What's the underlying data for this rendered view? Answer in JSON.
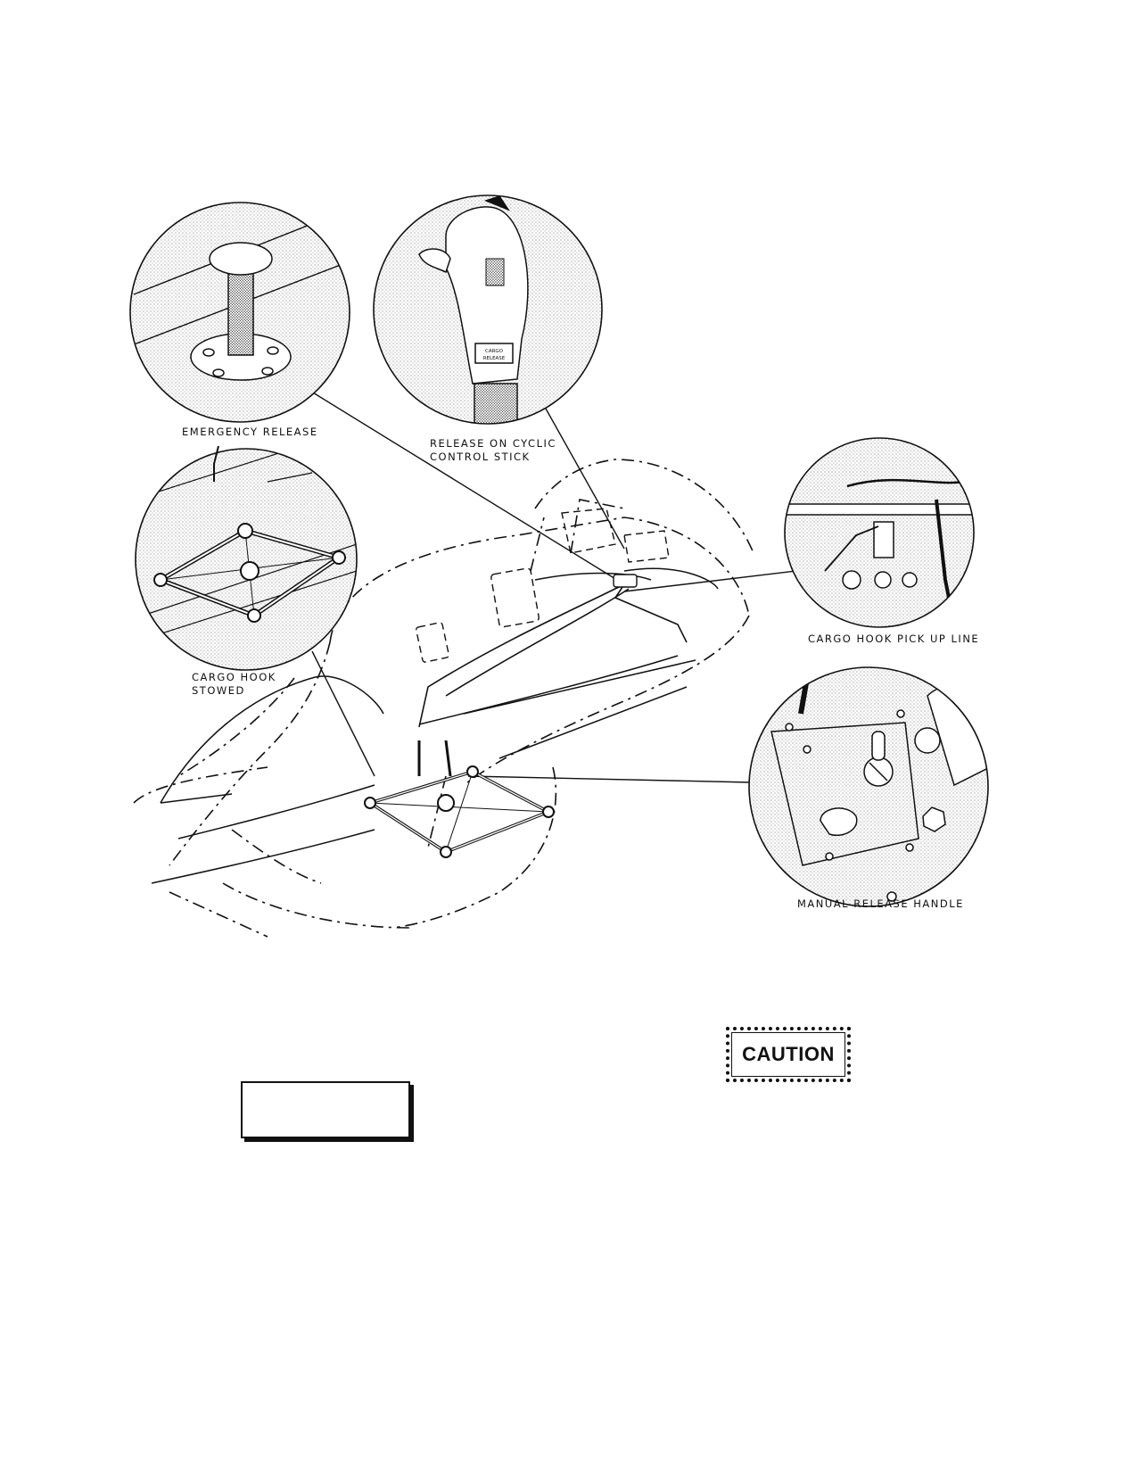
{
  "callouts": {
    "emergency_release": "EMERGENCY RELEASE",
    "release_cyclic_line1": "RELEASE ON CYCLIC",
    "release_cyclic_line2": "CONTROL STICK",
    "cargo_hook_stowed_line1": "CARGO HOOK",
    "cargo_hook_stowed_line2": "STOWED",
    "pickup_line": "CARGO HOOK PICK UP LINE",
    "manual_release": "MANUAL RELEASE HANDLE",
    "grip_placard_line1": "CARGO",
    "grip_placard_line2": "RELEASE"
  },
  "caution": {
    "label": "CAUTION"
  }
}
